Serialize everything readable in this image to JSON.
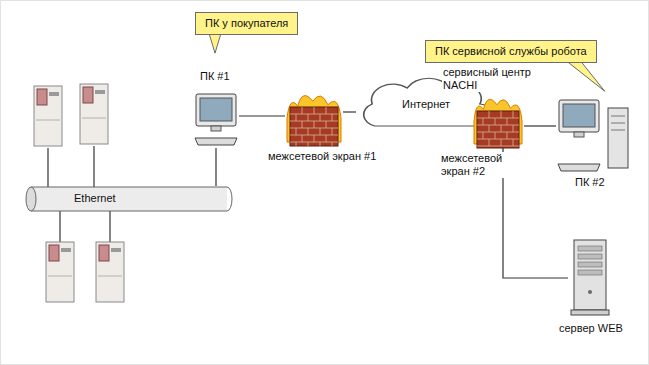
{
  "diagram": {
    "nodes": [
      {
        "text": [
          "ПК у покупателя"
        ]
      },
      {
        "text": [
          "ПК сервисной службы робота"
        ]
      },
      {
        "text": [
          "ПК #1"
        ]
      },
      {
        "text": [
          "Ethernet"
        ]
      },
      {
        "text": [
          "межсетевой экран #1"
        ]
      },
      {
        "text": [
          "Интернет"
        ]
      },
      {
        "text": [
          "межсетевой экран #2"
        ]
      },
      {
        "text": [
          "сервисный центр NACHI",
          "ПК #2"
        ]
      },
      {
        "text": [
          "сервер WEB"
        ]
      }
    ],
    "edges": [
      {
        "from": 2,
        "to": 3,
        "arrow": "none"
      },
      {
        "from": 2,
        "to": 4,
        "arrow": "none"
      },
      {
        "from": 4,
        "to": 5,
        "arrow": "none"
      },
      {
        "from": 5,
        "to": 6,
        "arrow": "none"
      },
      {
        "from": 6,
        "to": 7,
        "arrow": "none"
      },
      {
        "from": 5,
        "to": 8,
        "arrow": "none"
      }
    ]
  }
}
